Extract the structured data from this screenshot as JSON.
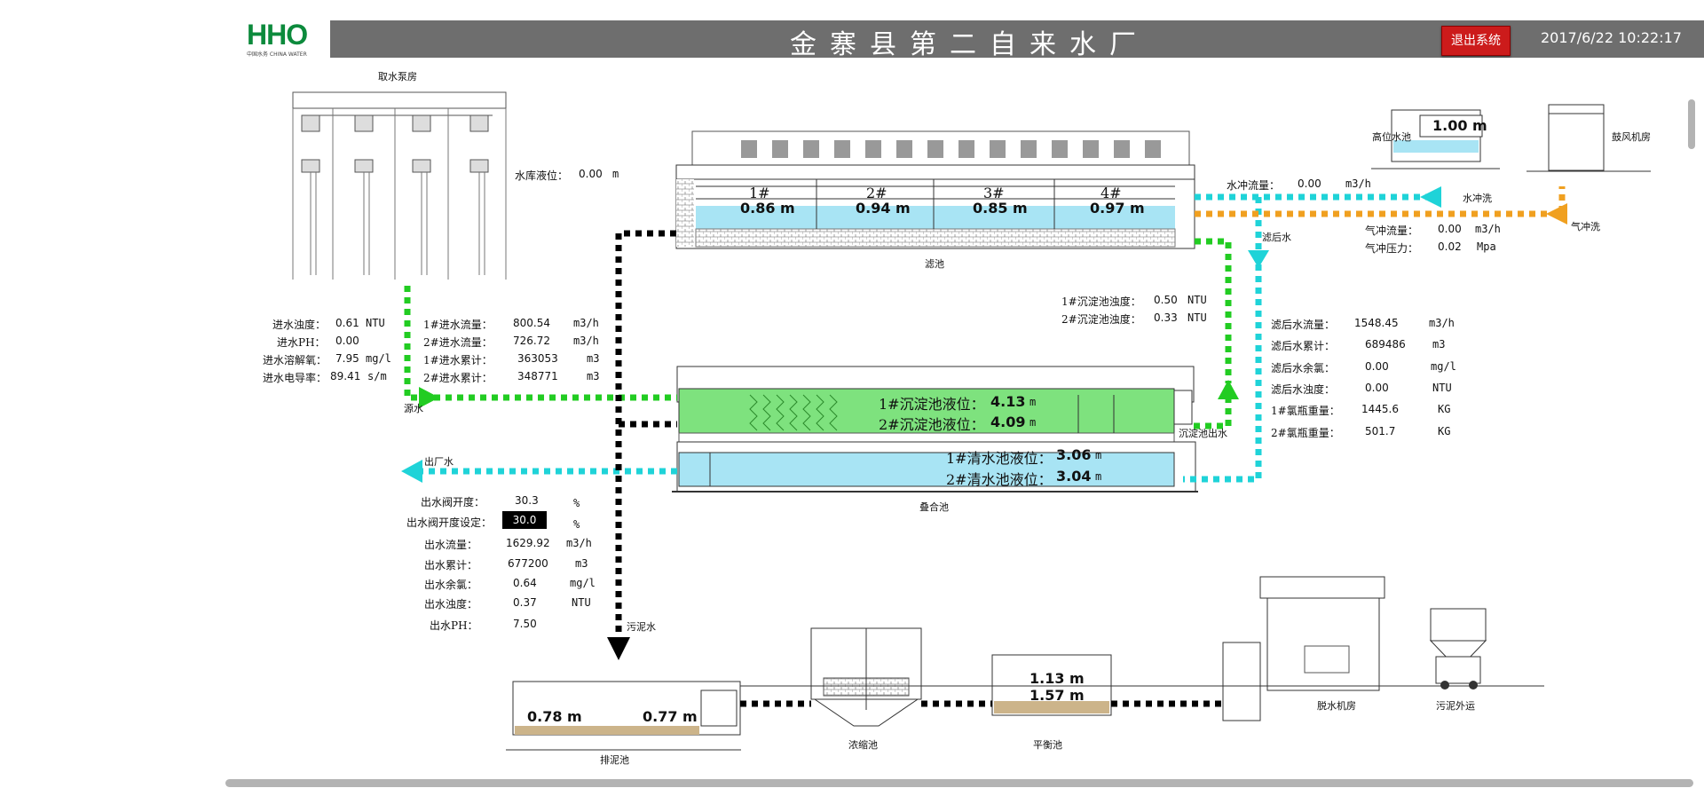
{
  "header": {
    "logo_text": "HHO",
    "logo_sub": "中国水务 CHINA WATER",
    "title": "金寨县第二自来水厂",
    "exit_label": "退出系统",
    "datetime": "2017/6/22 10:22:17"
  },
  "intake": {
    "title": "取水泵房",
    "reservoir_label": "水库液位：",
    "reservoir_value": "0.00",
    "reservoir_unit": "m",
    "params": [
      {
        "label": "进水浊度：",
        "value": "0.61",
        "unit": "NTU"
      },
      {
        "label": "进水PH：",
        "value": "0.00",
        "unit": ""
      },
      {
        "label": "进水溶解氧：",
        "value": "7.95",
        "unit": "mg/l"
      },
      {
        "label": "进水电导率：",
        "value": "89.41",
        "unit": "s/m"
      }
    ],
    "flows": [
      {
        "label": "1#进水流量：",
        "value": "800.54",
        "unit": "m3/h"
      },
      {
        "label": "2#进水流量：",
        "value": "726.72",
        "unit": "m3/h"
      },
      {
        "label": "1#进水累计：",
        "value": "363053",
        "unit": "m3"
      },
      {
        "label": "2#进水累计：",
        "value": "348771",
        "unit": "m3"
      }
    ],
    "raw_water_label": "源水"
  },
  "filter": {
    "caption": "滤池",
    "cells": [
      {
        "name": "1#",
        "level": "0.86 m"
      },
      {
        "name": "2#",
        "level": "0.94 m"
      },
      {
        "name": "3#",
        "level": "0.85 m"
      },
      {
        "name": "4#",
        "level": "0.97 m"
      }
    ],
    "after_filter_label": "滤后水"
  },
  "backwash": {
    "high_tank_label": "高位水池",
    "high_tank_level": "1.00 m",
    "blower_label": "鼓风机房",
    "water_flush_label": "水冲流量：",
    "water_flush_value": "0.00",
    "water_flush_unit": "m3/h",
    "water_flush_tag": "水冲洗",
    "air_flush_label": "气冲流量：",
    "air_flush_value": "0.00",
    "air_flush_unit": "m3/h",
    "air_pressure_label": "气冲压力：",
    "air_pressure_value": "0.02",
    "air_pressure_unit": "Mpa",
    "air_flush_tag": "气冲洗"
  },
  "sediment": {
    "turbidity": [
      {
        "label": "1#沉淀池浊度：",
        "value": "0.50",
        "unit": "NTU"
      },
      {
        "label": "2#沉淀池浊度：",
        "value": "0.33",
        "unit": "NTU"
      }
    ],
    "levels": [
      {
        "label": "1#沉淀池液位：",
        "value": "4.13",
        "unit": "m"
      },
      {
        "label": "2#沉淀池液位：",
        "value": "4.09",
        "unit": "m"
      }
    ],
    "clear_levels": [
      {
        "label": "1#清水池液位：",
        "value": "3.06",
        "unit": "m"
      },
      {
        "label": "2#清水池液位：",
        "value": "3.04",
        "unit": "m"
      }
    ],
    "outlet_label": "沉淀池出水",
    "caption": "叠合池"
  },
  "filtered": {
    "params": [
      {
        "label": "滤后水流量：",
        "value": "1548.45",
        "unit": "m3/h"
      },
      {
        "label": "滤后水累计：",
        "value": "689486",
        "unit": "m3"
      },
      {
        "label": "滤后水余氯：",
        "value": "0.00",
        "unit": "mg/l"
      },
      {
        "label": "滤后水浊度：",
        "value": "0.00",
        "unit": "NTU"
      },
      {
        "label": "1#氯瓶重量：",
        "value": "1445.6",
        "unit": "KG"
      },
      {
        "label": "2#氯瓶重量：",
        "value": "501.7",
        "unit": "KG"
      }
    ]
  },
  "outlet": {
    "out_label": "出厂水",
    "valve_label": "出水阀开度：",
    "valve_value": "30.3",
    "valve_unit": "%",
    "setpoint_label": "出水阀开度设定：",
    "setpoint_value": "30.0",
    "setpoint_unit": "%",
    "params": [
      {
        "label": "出水流量：",
        "value": "1629.92",
        "unit": "m3/h"
      },
      {
        "label": "出水累计：",
        "value": "677200",
        "unit": "m3"
      },
      {
        "label": "出水余氯：",
        "value": "0.64",
        "unit": "mg/l"
      },
      {
        "label": "出水浊度：",
        "value": "0.37",
        "unit": "NTU"
      },
      {
        "label": "出水PH：",
        "value": "7.50",
        "unit": ""
      }
    ]
  },
  "sludge": {
    "sludge_water_label": "污泥水",
    "drain_tank_caption": "排泥池",
    "drain_level_left": "0.78 m",
    "drain_level_right": "0.77 m",
    "thickener_caption": "浓缩池",
    "balance_caption": "平衡池",
    "balance_level_1": "1.13 m",
    "balance_level_2": "1.57 m",
    "dewater_caption": "脱水机房",
    "transport_caption": "污泥外运"
  },
  "colors": {
    "green": "#22cc22",
    "cyan": "#1fd3d8",
    "orange": "#f0a020",
    "black": "#000000",
    "header_bg": "#6e6e6e",
    "exit_red": "#cc1b1b"
  }
}
